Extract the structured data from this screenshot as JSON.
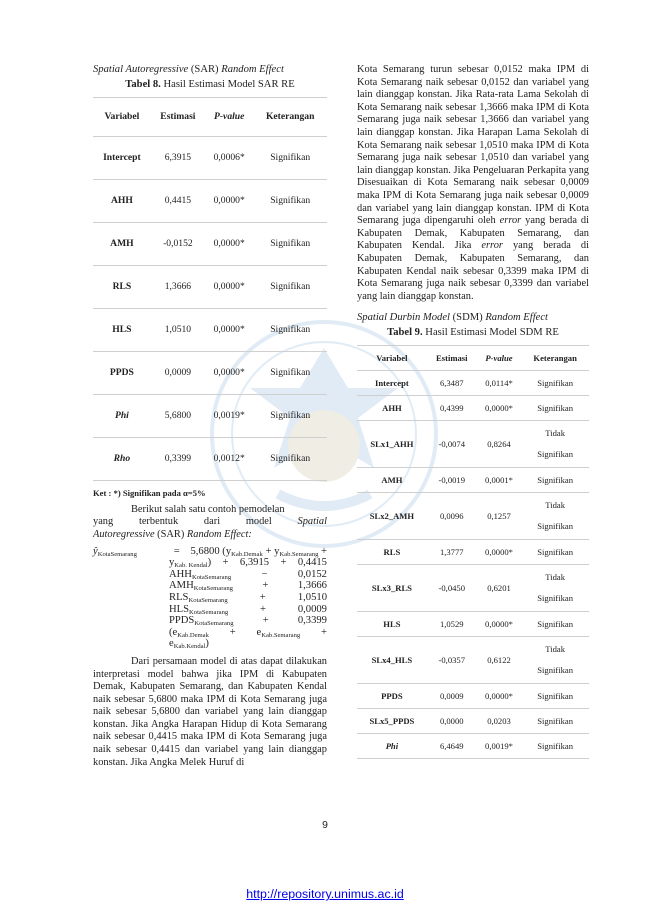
{
  "left": {
    "section_heading": {
      "italic": "Spatial Autoregressive",
      "normal": " (SAR) ",
      "italic2": "Random Effect"
    },
    "table8": {
      "caption_bold": "Tabel 8.",
      "caption_text": " Hasil Estimasi Model SAR RE",
      "headers": [
        "Variabel",
        "Estimasi",
        "P-value",
        "Keterangan"
      ],
      "rows": [
        [
          "Intercept",
          "6,3915",
          "0,0006*",
          "Signifikan"
        ],
        [
          "AHH",
          "0,4415",
          "0,0000*",
          "Signifikan"
        ],
        [
          "AMH",
          "-0,0152",
          "0,0000*",
          "Signifikan"
        ],
        [
          "RLS",
          "1,3666",
          "0,0000*",
          "Signifikan"
        ],
        [
          "HLS",
          "1,0510",
          "0,0000*",
          "Signifikan"
        ],
        [
          "PPDS",
          "0,0009",
          "0,0000*",
          "Signifikan"
        ],
        [
          "Phi",
          "5,6800",
          "0,0019*",
          "Signifikan"
        ],
        [
          "Rho",
          "0,3399",
          "0,0012*",
          "Signifikan"
        ]
      ],
      "note": "Ket : *) Signifikan pada α=5%"
    },
    "para1": {
      "line1": "Berikut salah satu contoh pemodelan",
      "line2_a": "yang",
      "line2_b": "terbentuk",
      "line2_c": "dari",
      "line2_d": "model",
      "line2_e": "Spatial",
      "line3_italic": "Autoregressive",
      "line3_normal": " (SAR) ",
      "line3_italic2": "Random Effect:"
    },
    "equation": {
      "lhs": "ŷ",
      "lhs_sub": "KotaSemarang",
      "eq": "=",
      "coef1": "5,6800",
      "y1": "y",
      "y1_sub": "Kab.Demak",
      "y2": "y",
      "y2_sub": "Kab.Semarang",
      "y3": "y",
      "y3_sub": "Kab. Kendal",
      "intercept": "6,3915",
      "ahh_coef": "0,4415",
      "terms": [
        {
          "var": "AHH",
          "sub": "KotaSemarang",
          "sign": "−",
          "coef": "0,0152"
        },
        {
          "var": "AMH",
          "sub": "KotaSemarang",
          "sign": "+",
          "coef": "1,3666"
        },
        {
          "var": "RLS",
          "sub": "KotaSemarang",
          "sign": "+",
          "coef": "1,0510"
        },
        {
          "var": "HLS",
          "sub": "KotaSemarang",
          "sign": "+",
          "coef": "0,0009"
        },
        {
          "var": "PPDS",
          "sub": "KotaSemarang",
          "sign": "+",
          "coef": "0,3399"
        }
      ],
      "e1": "e",
      "e1_sub": "Kab.Demak",
      "e2": "e",
      "e2_sub": "Kab.Semarang",
      "e3": "e",
      "e3_sub": "Kab.Kendal"
    },
    "para2": "Dari persamaan model di atas dapat dilakukan interpretasi model bahwa jika IPM di Kabupaten Demak, Kabupaten Semarang, dan Kabupaten Kendal naik sebesar 5,6800 maka IPM di Kota Semarang juga naik sebesar 5,6800 dan variabel yang lain dianggap konstan. Jika Angka Harapan Hidup di Kota Semarang naik sebesar 0,4415 maka IPM di Kota Semarang juga naik sebesar 0,4415 dan variabel yang lain dianggap konstan. Jika Angka Melek Huruf di"
  },
  "right": {
    "para3_a": "Kota Semarang turun sebesar 0,0152 maka IPM di Kota Semarang naik sebesar 0,0152 dan variabel yang lain dianggap konstan. Jika Rata-rata Lama Sekolah di Kota Semarang naik sebesar 1,3666 maka IPM di Kota Semarang juga naik sebesar 1,3666 dan variabel yang lain dianggap konstan. Jika Harapan Lama Sekolah di Kota Semarang naik sebesar 1,0510 maka IPM di Kota Semarang juga naik sebesar 1,0510 dan variabel yang lain dianggap konstan. Jika Pengeluaran Perkapita yang Disesuaikan di Kota Semarang naik sebesar 0,0009 maka IPM di Kota Semarang juga naik sebesar 0,0009 dan variabel yang lain dianggap konstan. IPM di Kota Semarang juga dipengaruhi oleh ",
    "para3_error1": "error",
    "para3_b": " yang berada di Kabupaten Demak, Kabupaten Semarang, dan Kabupaten Kendal. Jika ",
    "para3_error2": "error",
    "para3_c": " yang berada di Kabupaten Demak, Kabupaten Semarang, dan Kabupaten Kendal naik sebesar 0,3399 maka IPM di Kota Semarang juga naik sebesar 0,3399 dan variabel yang lain dianggap konstan.",
    "section_heading": {
      "italic": "Spatial Durbin Model",
      "normal": " (SDM) ",
      "italic2": "Random Effect"
    },
    "table9": {
      "caption_bold": "Tabel 9.",
      "caption_text": " Hasil Estimasi Model SDM RE",
      "headers": [
        "Variabel",
        "Estimasi",
        "P-value",
        "Keterangan"
      ],
      "rows": [
        {
          "v": "Intercept",
          "e": "6,3487",
          "p": "0,0114*",
          "k1": "Signifikan",
          "k2": ""
        },
        {
          "v": "AHH",
          "e": "0,4399",
          "p": "0,0000*",
          "k1": "Signifikan",
          "k2": ""
        },
        {
          "v": "SLx1_AHH",
          "e": "-0,0074",
          "p": "0,8264",
          "k1": "Tidak",
          "k2": "Signifikan"
        },
        {
          "v": "AMH",
          "e": "-0,0019",
          "p": "0,0001*",
          "k1": "Signifikan",
          "k2": ""
        },
        {
          "v": "SLx2_AMH",
          "e": "0,0096",
          "p": "0,1257",
          "k1": "Tidak",
          "k2": "Signifikan"
        },
        {
          "v": "RLS",
          "e": "1,3777",
          "p": "0,0000*",
          "k1": "Signifikan",
          "k2": ""
        },
        {
          "v": "SLx3_RLS",
          "e": "-0,0450",
          "p": "0,6201",
          "k1": "Tidak",
          "k2": "Signifikan"
        },
        {
          "v": "HLS",
          "e": "1,0529",
          "p": "0,0000*",
          "k1": "Signifikan",
          "k2": ""
        },
        {
          "v": "SLx4_HLS",
          "e": "-0,0357",
          "p": "0,6122",
          "k1": "Tidak",
          "k2": "Signifikan"
        },
        {
          "v": "PPDS",
          "e": "0,0009",
          "p": "0,0000*",
          "k1": "Signifikan",
          "k2": ""
        },
        {
          "v": "SLx5_PPDS",
          "e": "0,0000",
          "p": "0,0203",
          "k1": "Signifikan",
          "k2": ""
        },
        {
          "v": "Phi",
          "e": "6,4649",
          "p": "0,0019*",
          "k1": "Signifikan",
          "k2": ""
        }
      ]
    }
  },
  "page_number": "9",
  "footer_link": "http://repository.unimus.ac.id",
  "colors": {
    "link": "#0000ee",
    "watermark": "#1e6fb8",
    "rule": "#cfcfcf"
  }
}
